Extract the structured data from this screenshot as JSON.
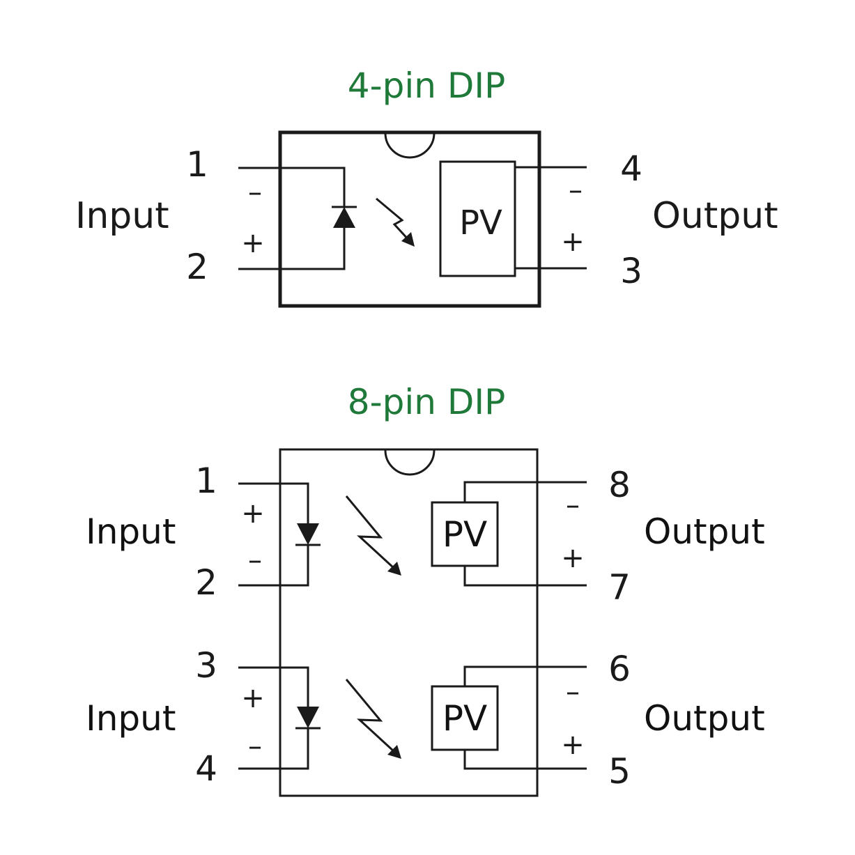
{
  "colors": {
    "title": "#1f7a3a",
    "line": "#1a1a1a"
  },
  "dip4": {
    "title": "4-pin DIP",
    "input_label": "Input",
    "output_label": "Output",
    "pv_label": "PV",
    "pins": {
      "p1": "1",
      "p2": "2",
      "p3": "3",
      "p4": "4"
    },
    "signs": {
      "in_top": "–",
      "in_bottom": "+",
      "out_top": "–",
      "out_bottom": "+"
    }
  },
  "dip8": {
    "title": "8-pin DIP",
    "channels": [
      {
        "input_label": "Input",
        "output_label": "Output",
        "pv_label": "PV",
        "pins": {
          "in_top": "1",
          "in_bottom": "2",
          "out_top": "8",
          "out_bottom": "7"
        },
        "signs": {
          "in_top": "+",
          "in_bottom": "–",
          "out_top": "–",
          "out_bottom": "+"
        }
      },
      {
        "input_label": "Input",
        "output_label": "Output",
        "pv_label": "PV",
        "pins": {
          "in_top": "3",
          "in_bottom": "4",
          "out_top": "6",
          "out_bottom": "5"
        },
        "signs": {
          "in_top": "+",
          "in_bottom": "–",
          "out_top": "–",
          "out_bottom": "+"
        }
      }
    ]
  }
}
